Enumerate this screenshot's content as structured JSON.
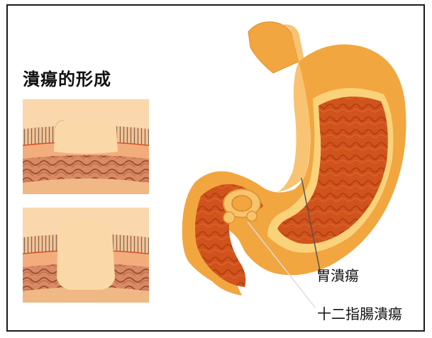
{
  "diagram": {
    "title": "潰瘍的形成",
    "labels": {
      "gastric_ulcer": "胃潰瘍",
      "duodenal_ulcer": "十二指腸潰瘍"
    }
  },
  "colors": {
    "stomach_outer": "#f2a640",
    "stomach_inner": "#cf4a14",
    "mucosa_light": "#fcd49a",
    "tissue_pink": "#f0b27c",
    "muscle_layer": "#c86c4c",
    "line": "#555555"
  }
}
